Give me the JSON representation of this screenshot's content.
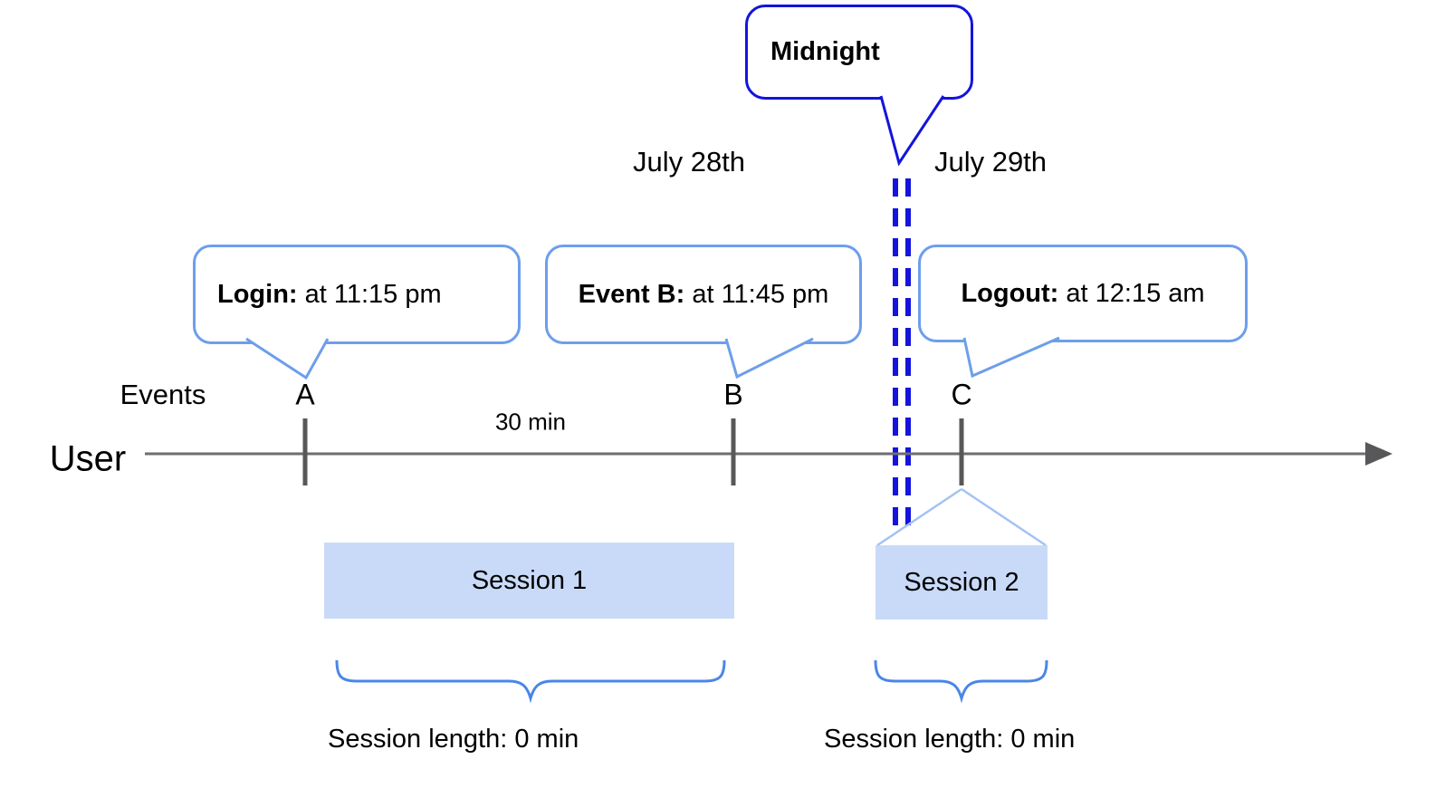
{
  "diagram": {
    "midnight_callout": {
      "text": "Midnight"
    },
    "dates": {
      "left": "July 28th",
      "right": "July 29th"
    },
    "axis": {
      "events_label": "Events",
      "user_label": "User",
      "interval_label": "30 min"
    },
    "events": [
      {
        "marker": "A",
        "callout_bold": "Login:",
        "callout_rest": " at 11:15 pm"
      },
      {
        "marker": "B",
        "callout_bold": "Event B:",
        "callout_rest": " at 11:45 pm"
      },
      {
        "marker": "C",
        "callout_bold": "Logout:",
        "callout_rest": " at 12:15 am"
      }
    ],
    "sessions": [
      {
        "name": "Session 1",
        "length_label": "Session length: 0 min"
      },
      {
        "name": "Session 2",
        "length_label": "Session length: 0 min"
      }
    ],
    "colors": {
      "midnight_blue": "#1414dd",
      "callout_border_blue": "#6d9eeb",
      "brace_blue": "#4a86e8",
      "connector_light_blue": "#a4c2f4",
      "session_fill": "#c9daf8",
      "timeline_gray": "#6e6e6e"
    }
  }
}
